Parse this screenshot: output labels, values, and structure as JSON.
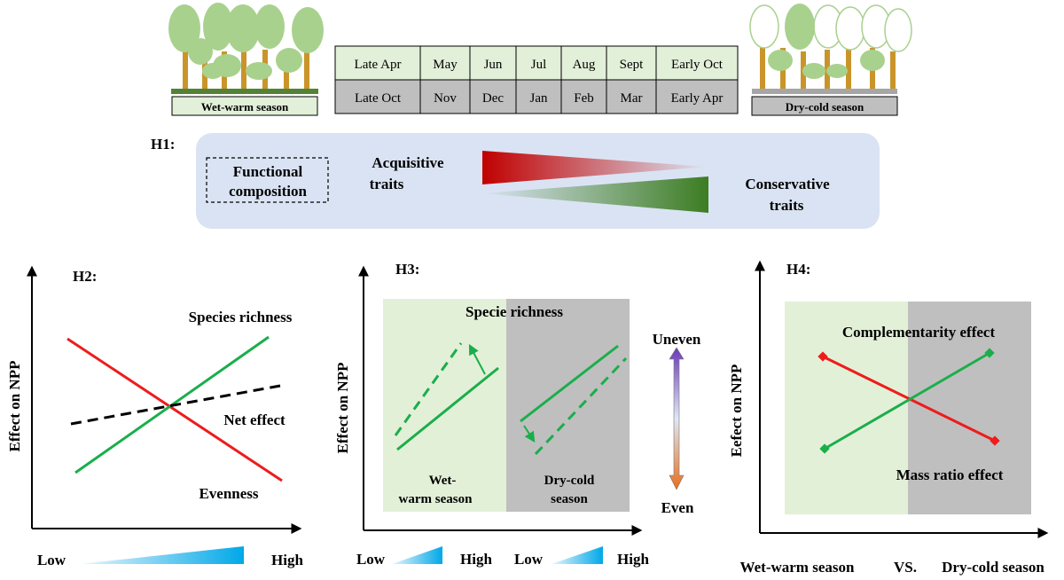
{
  "seasons": {
    "wet": {
      "label": "Wet-warm season"
    },
    "dry": {
      "label": "Dry-cold season"
    }
  },
  "calendar": {
    "wet_months": [
      "Late Apr",
      "May",
      "Jun",
      "Jul",
      "Aug",
      "Sept",
      "Early Oct"
    ],
    "dry_months": [
      "Late Oct",
      "Nov",
      "Dec",
      "Jan",
      "Feb",
      "Mar",
      "Early Apr"
    ]
  },
  "h1": {
    "tag": "H1:",
    "box_label_line1": "Functional",
    "box_label_line2": "composition",
    "acquisitive_line1": "Acquisitive",
    "acquisitive_line2": "traits",
    "conservative_line1": "Conservative",
    "conservative_line2": "traits"
  },
  "h2": {
    "tag": "H2:",
    "ylabel": "Effect on NPP",
    "series_richness": "Species richness",
    "series_net": "Net effect",
    "series_evenness": "Evenness",
    "x_low": "Low",
    "x_high": "High"
  },
  "h3": {
    "tag": "H3:",
    "ylabel": "Effect on NPP",
    "title": "Specie richness",
    "wet_line1": "Wet-",
    "wet_line2": "warm season",
    "dry_line1": "Dry-cold",
    "dry_line2": "season",
    "uneven": "Uneven",
    "even": "Even",
    "x_low_1": "Low",
    "x_high_1": "High",
    "x_low_2": "Low",
    "x_high_2": "High"
  },
  "h4": {
    "tag": "H4:",
    "ylabel": "Eefect on NPP",
    "complementarity": "Complementarity effect",
    "mass_ratio": "Mass ratio effect",
    "x_left": "Wet-warm season",
    "x_vs": "VS.",
    "x_right": "Dry-cold season"
  },
  "colors": {
    "green": "#1aae4b",
    "red": "#ee1c1c",
    "wet_fill": "#e3f0d8",
    "dry_fill": "#bfbfbf",
    "h1_box": "#dae3f3",
    "tree_crown": "#a9d18e",
    "trunk": "#c9952a"
  }
}
